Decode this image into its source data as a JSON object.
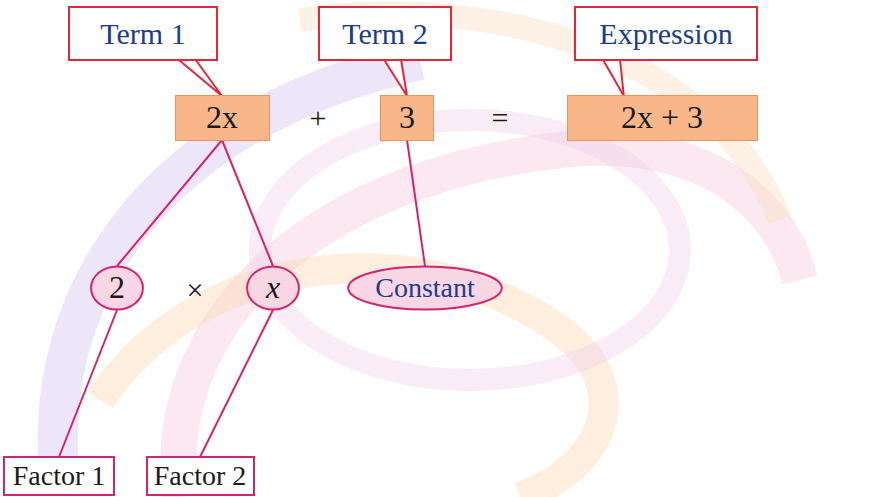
{
  "diagram": {
    "nodes": [
      {
        "text": [
          "Term 1"
        ]
      },
      {
        "text": [
          "Term 2"
        ]
      },
      {
        "text": [
          "Expression"
        ]
      },
      {
        "text": [
          "2x"
        ]
      },
      {
        "text": [
          "3"
        ]
      },
      {
        "text": [
          "2x + 3"
        ]
      },
      {
        "text": [
          "2"
        ]
      },
      {
        "text": [
          "x"
        ]
      },
      {
        "text": [
          "Constant"
        ]
      },
      {
        "text": [
          "Factor 1"
        ]
      },
      {
        "text": [
          "Factor 2"
        ]
      }
    ],
    "edges": [
      {
        "from": 0,
        "to": 3,
        "arrow": "none"
      },
      {
        "from": 1,
        "to": 4,
        "arrow": "none"
      },
      {
        "from": 2,
        "to": 5,
        "arrow": "none"
      },
      {
        "from": 3,
        "to": 6,
        "arrow": "none"
      },
      {
        "from": 3,
        "to": 7,
        "arrow": "none"
      },
      {
        "from": 4,
        "to": 8,
        "arrow": "none"
      },
      {
        "from": 6,
        "to": 9,
        "arrow": "none"
      },
      {
        "from": 7,
        "to": 10,
        "arrow": "none"
      }
    ],
    "labels": [
      "+",
      "=",
      "×"
    ]
  }
}
